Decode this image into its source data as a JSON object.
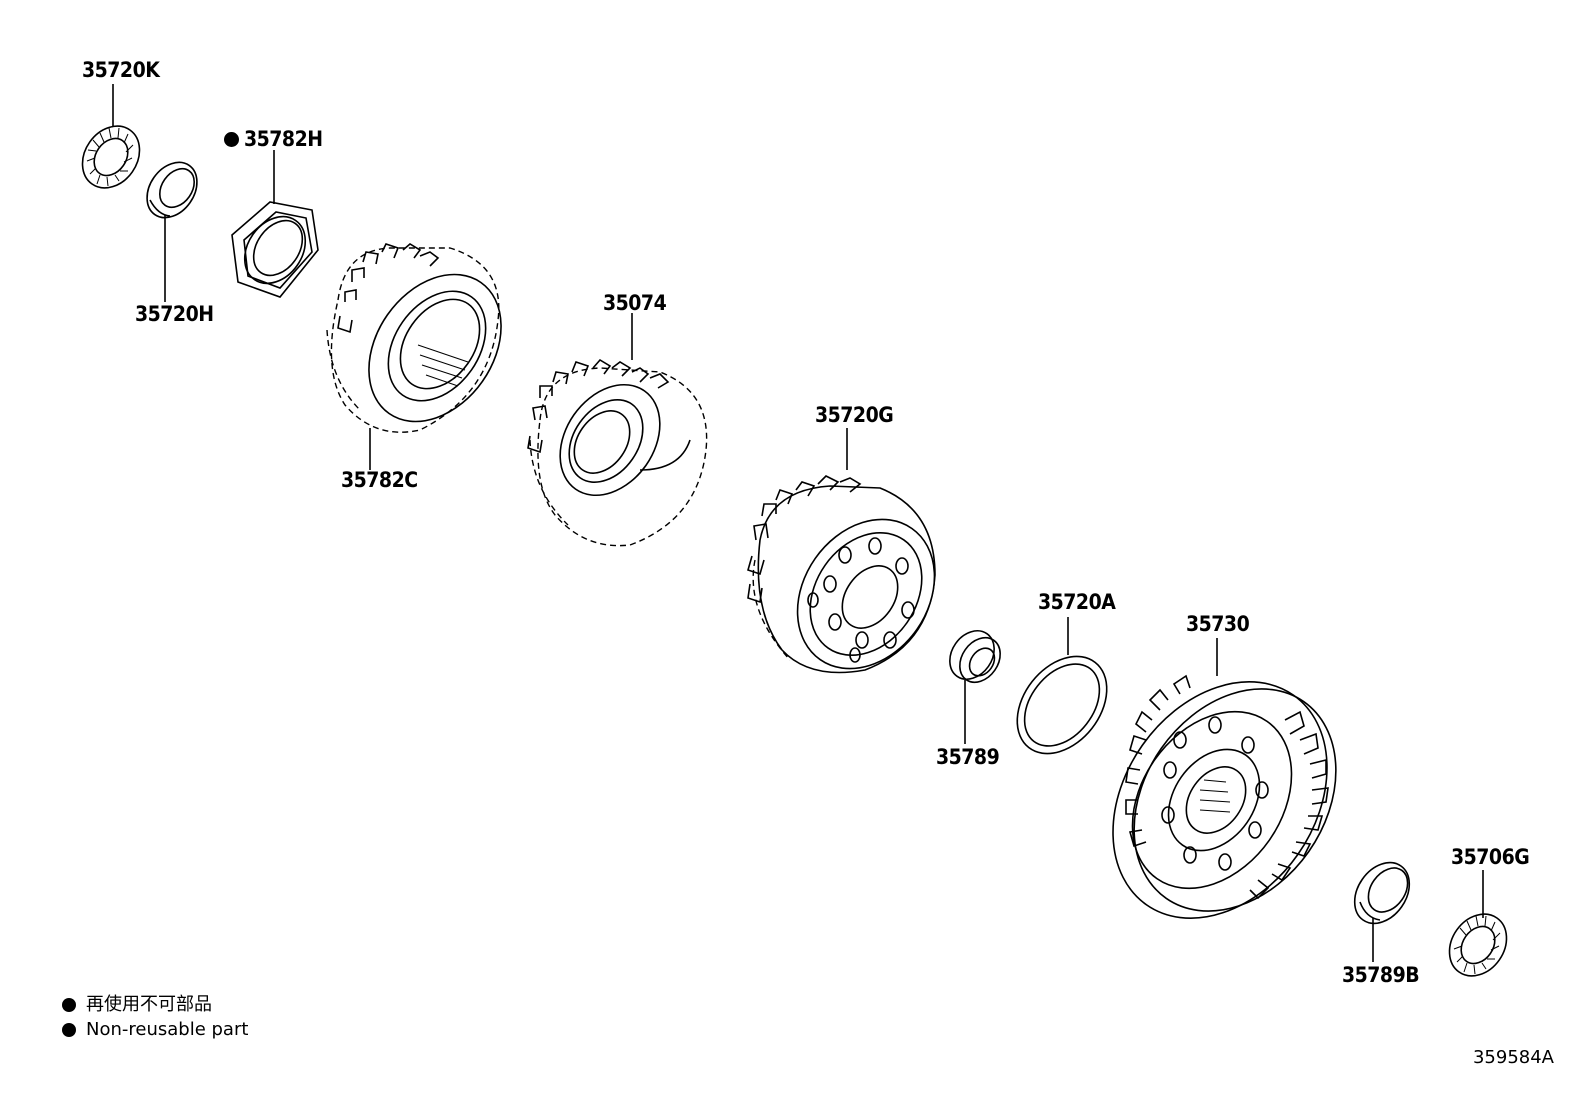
{
  "parts": [
    {
      "id": "35720K"
    },
    {
      "id": "35782H",
      "non_reusable": true
    },
    {
      "id": "35720H"
    },
    {
      "id": "35074"
    },
    {
      "id": "35782C"
    },
    {
      "id": "35720G"
    },
    {
      "id": "35720A"
    },
    {
      "id": "35730"
    },
    {
      "id": "35789"
    },
    {
      "id": "35706G"
    },
    {
      "id": "35789B"
    }
  ],
  "legend": {
    "japanese": "再使用不可部品",
    "english": "Non-reusable part"
  },
  "diagram_ref": "359584A"
}
